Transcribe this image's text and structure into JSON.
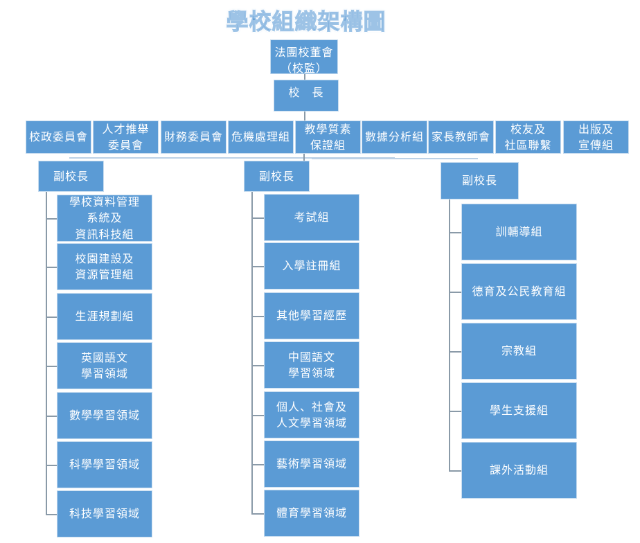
{
  "title": "學校組織架構圖",
  "board": "法團校董會\n（校監）",
  "principal": "校　長",
  "committees": [
    "校政委員會",
    "人才推舉\n委員會",
    "財務委員會",
    "危機處理組",
    "教學質素\n保證組",
    "數據分析組",
    "家長教師會",
    "校友及\n社區聯繫",
    "出版及\n宣傳組"
  ],
  "vice_principals": [
    {
      "label": "副校長",
      "groups": [
        "學校資料管理\n系統及\n資訊科技組",
        "校園建設及\n資源管理組",
        "生涯規劃組",
        "英國語文\n學習領域",
        "數學學習領域",
        "科學學習領域",
        "科技學習領域"
      ]
    },
    {
      "label": "副校長",
      "groups": [
        "考試組",
        "入學註冊組",
        "其他學習經歷",
        "中國語文\n學習領域",
        "個人、社會及\n人文學習領域",
        "藝術學習領域",
        "體育學習領域"
      ]
    },
    {
      "label": "副校長",
      "groups": [
        "訓輔導組",
        "德育及公民教育組",
        "宗教組",
        "學生支援組",
        "課外活動組"
      ]
    }
  ],
  "colors": {
    "box": "#5b9bd5",
    "title": "#5b9bd5"
  }
}
